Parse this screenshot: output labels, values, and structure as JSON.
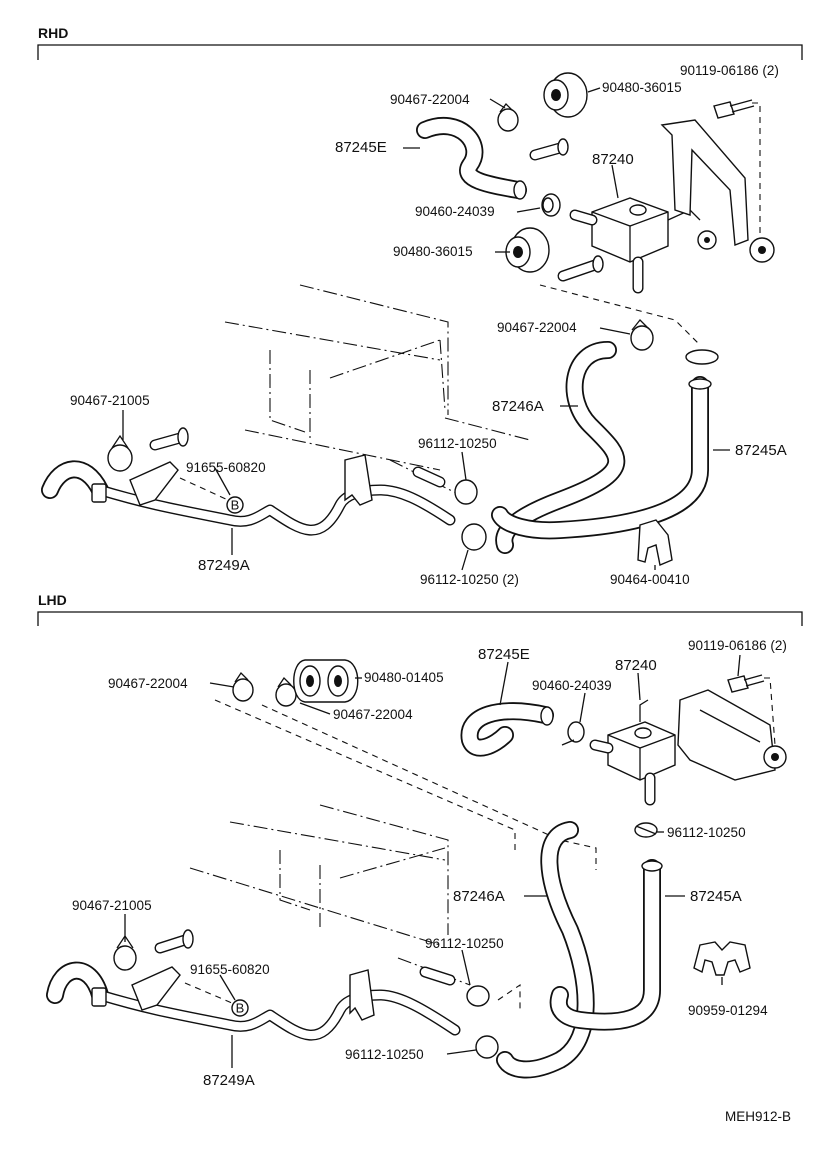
{
  "sections": [
    {
      "id": "rhd",
      "title": "RHD",
      "labels": {
        "clip_upper": "90467-22004",
        "grommet_upper": "90480-36015",
        "bolt": "90119-06186 (2)",
        "hose_e": "87245E",
        "valve": "87240",
        "clamp_valve": "90460-24039",
        "grommet_lower": "90480-36015",
        "clip_lower": "90467-22004",
        "hose_246a": "87246A",
        "hose_245a": "87245A",
        "clip_left": "90467-21005",
        "grommet_b": "91655-60820",
        "clamp_mid": "96112-10250",
        "clamp_bottom": "96112-10250 (2)",
        "holder": "90464-00410",
        "pipe": "87249A"
      },
      "ref_letter": "B"
    },
    {
      "id": "lhd",
      "title": "LHD",
      "labels": {
        "clip_a": "90467-22004",
        "grommet_upper": "90480-01405",
        "clip_b": "90467-22004",
        "hose_e": "87245E",
        "clamp_valve": "90460-24039",
        "valve": "87240",
        "bolt": "90119-06186 (2)",
        "clamp_right": "96112-10250",
        "hose_246a": "87246A",
        "hose_245a": "87245A",
        "clip_left": "90467-21005",
        "clamp_mid": "96112-10250",
        "grommet_b": "91655-60820",
        "holder": "90959-01294",
        "clamp_bottom": "96112-10250",
        "pipe": "87249A"
      },
      "ref_letter": "B"
    }
  ],
  "figure_code": "MEH912-B"
}
